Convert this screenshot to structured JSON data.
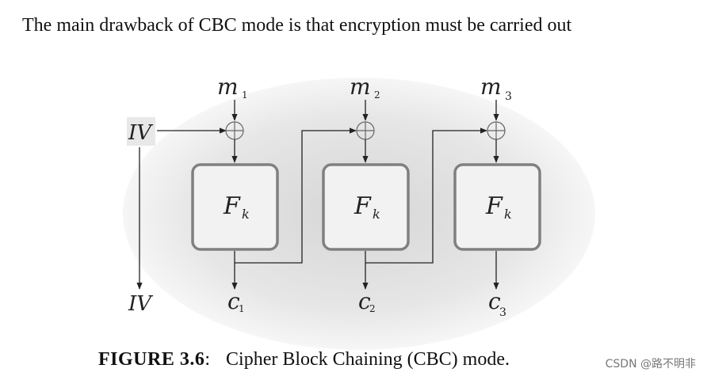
{
  "header": {
    "text": "The main drawback of CBC mode is that encryption must be carried out"
  },
  "diagram": {
    "iv_label": "IV",
    "iv_out_label": "IV",
    "blocks": [
      {
        "message": "m",
        "message_sub": "1",
        "function": "F",
        "function_sub": "k",
        "cipher": "c",
        "cipher_sub": "1"
      },
      {
        "message": "m",
        "message_sub": "2",
        "function": "F",
        "function_sub": "k",
        "cipher": "c",
        "cipher_sub": "2"
      },
      {
        "message": "m",
        "message_sub": "3",
        "function": "F",
        "function_sub": "k",
        "cipher": "c",
        "cipher_sub": "3"
      }
    ]
  },
  "caption": {
    "label": "FIGURE 3.6",
    "separator": ":",
    "text": "Cipher Block Chaining (CBC) mode."
  },
  "watermark": {
    "text": "CSDN @路不明非"
  },
  "colors": {
    "box_stroke": "#808080",
    "box_fill": "#f2f2f2",
    "line": "#222222",
    "ellipse_center": "#d9d9d9"
  }
}
